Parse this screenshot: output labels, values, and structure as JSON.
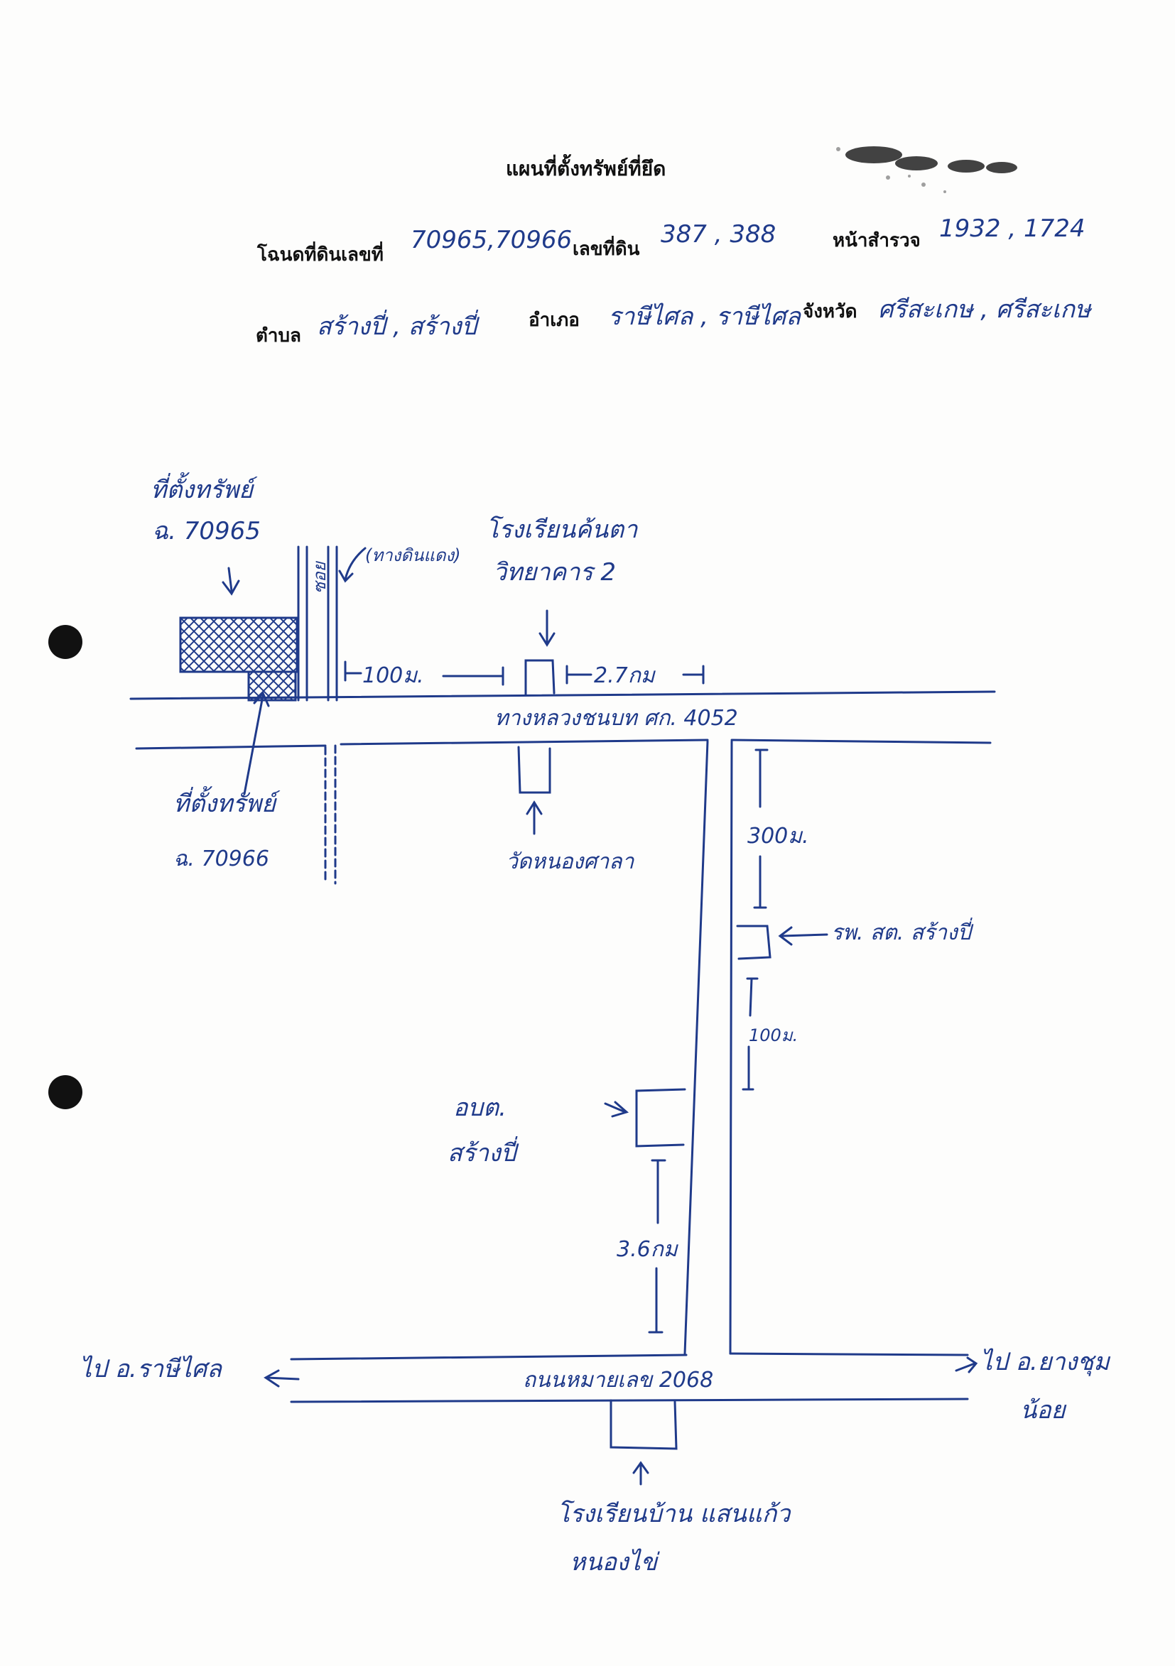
{
  "title": "แผนที่ตั้งทรัพย์ที่ยึด",
  "header": {
    "deed_label": "โฉนดที่ดินเลขที่",
    "deed_value": "70965,70966",
    "land_no_label": "เลขที่ดิน",
    "land_no_value": "387 , 388",
    "survey_page_label": "หน้าสำรวจ",
    "survey_page_value": "1932 , 1724",
    "subdistrict_label": "ตำบล",
    "subdistrict_value": "สร้างปี่ , สร้างปี่",
    "district_label": "อำเภอ",
    "district_value": "ราษีไศล , ราษีไศล",
    "province_label": "จังหวัด",
    "province_value": "ศรีสะเกษ , ศรีสะเกษ"
  },
  "map_labels": {
    "property_1_line1": "ที่ตั้งทรัพย์",
    "property_1_line2": "ฉ. 70965",
    "dirt_road": "(ทางดินแดง)",
    "soi": "ซอย",
    "school_1_line1": "โรงเรียนค้นตา",
    "school_1_line2": "วิทยาคาร 2",
    "dist_100m_a": "100ม.",
    "dist_2_7km": "2.7กม",
    "main_road": "ทางหลวงชนบท ศก. 4052",
    "property_2_line1": "ที่ตั้งทรัพย์",
    "property_2_line2": "ฉ. 70966",
    "temple": "วัดหนองศาลา",
    "dist_300m": "300ม.",
    "hospital": "รพ. สต. สร้างปี่",
    "dist_100m_b": "100ม.",
    "sao_line1": "อบต.",
    "sao_line2": "สร้างปี่",
    "dist_3_6km": "3.6กม",
    "to_west": "ไป อ.ราษีไศล",
    "to_east_line1": "ไป อ.ยางชุม",
    "to_east_line2": "น้อย",
    "highway": "ถนนหมายเลข 2068",
    "school_2_line1": "โรงเรียนบ้าน แสนแก้ว",
    "school_2_line2": "หนองไข่"
  },
  "colors": {
    "ink": "#1f3a8a",
    "print": "#111111"
  }
}
